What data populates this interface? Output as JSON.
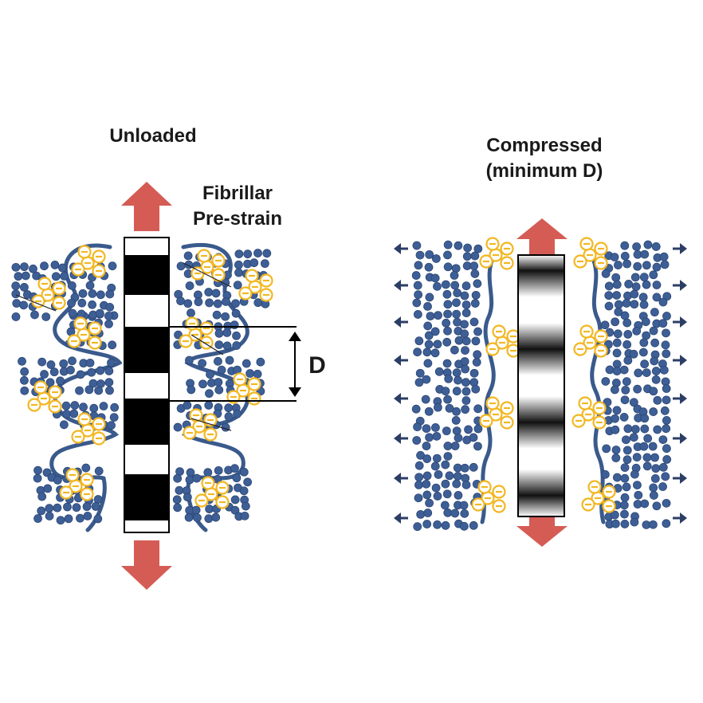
{
  "labels": {
    "unloaded": "Unloaded",
    "fibrillar_line1": "Fibrillar",
    "fibrillar_line2": "Pre-strain",
    "compressed_line1": "Compressed",
    "compressed_line2": "(minimum D)",
    "d_spacing": "D"
  },
  "colors": {
    "background": "#ffffff",
    "proteoglycan": "#3e5f96",
    "proteoglycan_edge": "#2b4674",
    "gag_charge": "#f2b722",
    "membrane": "#3a5a8c",
    "strain_arrow": "#d45c55",
    "swelling_arrow": "#2c3e66",
    "fibril_dark": "#000000",
    "fibril_light": "#ffffff"
  },
  "icons": {
    "strain": "block-arrow-icon",
    "swelling": "small-arrow-icon",
    "charge": "negative-charge-icon"
  }
}
